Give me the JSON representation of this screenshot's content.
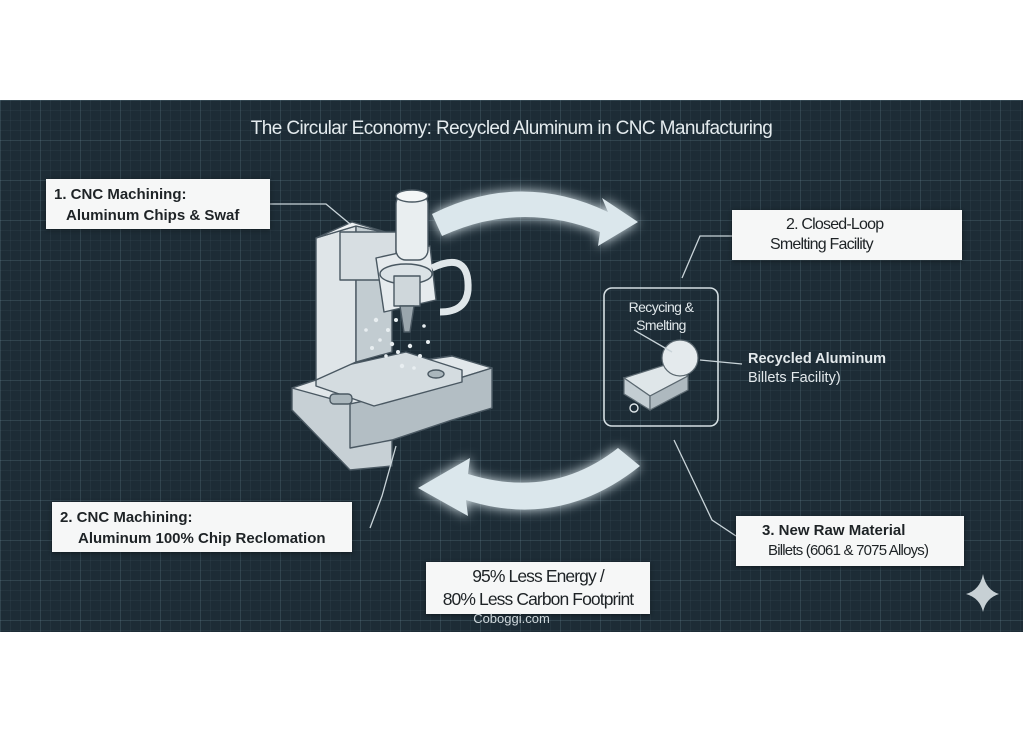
{
  "title": "The Circular Economy: Recycled Aluminum in CNC Manufacturing",
  "labels": {
    "step1": {
      "line1": "1. CNC Machining:",
      "line2": "Aluminum Chips & Swaf"
    },
    "step2_smelting": {
      "line1": "2. Closed-Loop",
      "line2": "Smelting Facility"
    },
    "step2_reclamation": {
      "line1": "2. CNC Machining:",
      "line2": "Aluminum 100% Chip Reclomation"
    },
    "step3": {
      "line1": "3. New Raw Material",
      "line2": "Billets (6061 & 7075 Alloys)"
    },
    "savings": {
      "line1": "95% Less Energy /",
      "line2": "80% Less Carbon Footprint"
    }
  },
  "facility": {
    "box_label_line1": "Recycing &",
    "box_label_line2": "Smelting",
    "callout_line1": "Recycled Aluminum",
    "callout_line2": "Billets Facility)"
  },
  "brand": "Coboggi.com",
  "icons": {
    "corner": "sparkle-icon"
  },
  "colors": {
    "background": "#1d2c36",
    "arrow": "#dbe7ec",
    "label_bg": "#f6f7f7"
  }
}
